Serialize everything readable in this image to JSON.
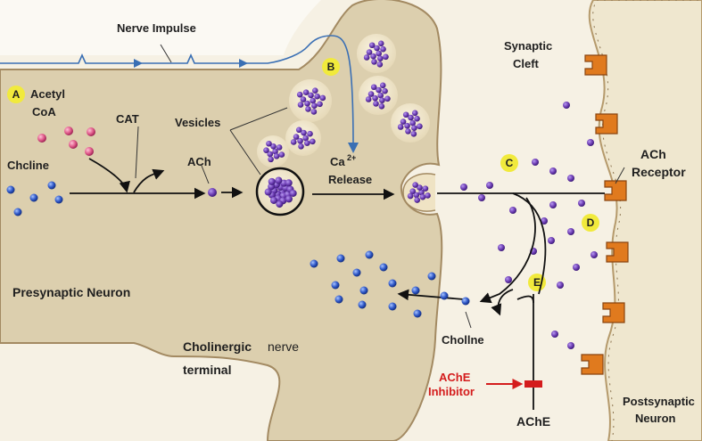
{
  "labels": {
    "nerve_impulse": "Nerve Impulse",
    "acetyl": "Acetyl",
    "coa": "CoA",
    "cat": "CAT",
    "vesicles": "Vesicles",
    "choline_in": "Chcline",
    "ach": "ACh",
    "ca": "Ca",
    "ca_sup": "2+",
    "release": "Release",
    "synaptic": "Synaptic",
    "cleft": "Cleft",
    "ach_receptor_1": "ACh",
    "ach_receptor_2": "Receptor",
    "presynaptic": "Presynaptic Neuron",
    "cholinergic": "Cholinergic",
    "nerve": "nerve",
    "terminal": "terminal",
    "choline_out": "Chollne",
    "ache_inhibitor_1": "AChE",
    "ache_inhibitor_2": "Inhibitor",
    "ache": "AChE",
    "postsynaptic_1": "Postsynaptic",
    "postsynaptic_2": "Neuron"
  },
  "badges": [
    "A",
    "B",
    "C",
    "D",
    "E"
  ],
  "colors": {
    "neuron_fill": "#dccfae",
    "neuron_stroke": "#a38a62",
    "background": "#f6f1e4",
    "postsynaptic_fill": "#efe7cf",
    "vesicle": "#6f3fb6",
    "choline": "#2f58c8",
    "acetyl_coa": "#e05a8a",
    "receptor": "#e07a1e",
    "impulse": "#3a6fb4",
    "badge": "#f1ea3c",
    "inhibitor": "#d41c1c"
  }
}
